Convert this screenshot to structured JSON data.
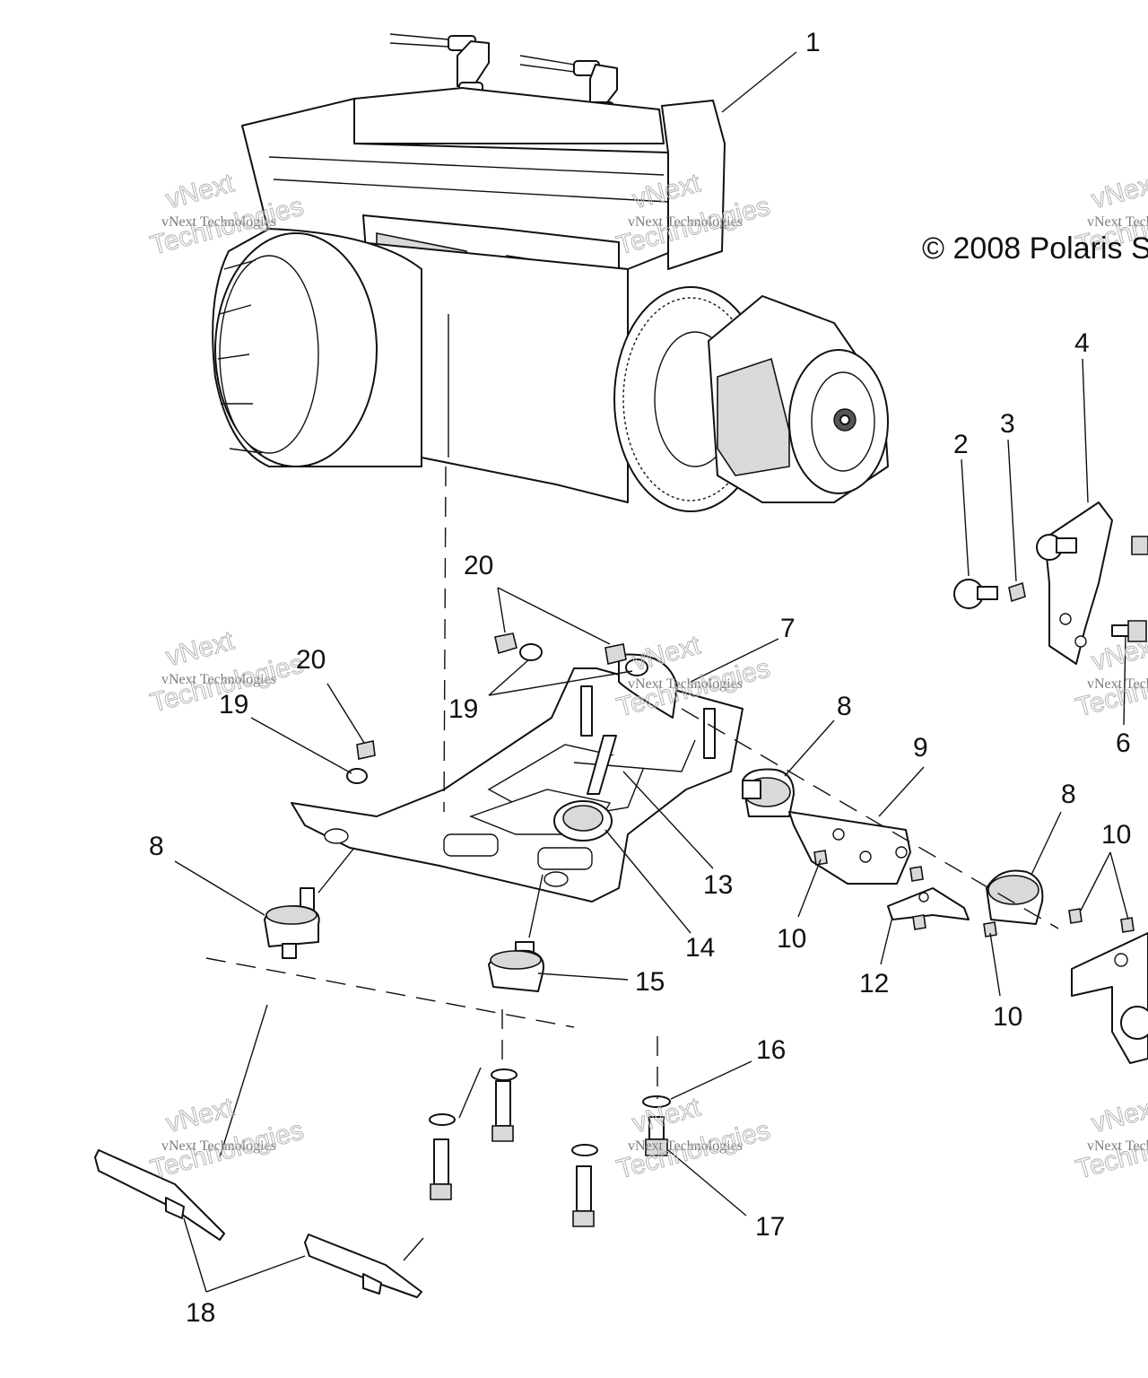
{
  "copyright": "© 2008 Polaris S",
  "watermark": {
    "small": "vNext Technologies",
    "big_top": "vNext",
    "big_bottom": "Technologies"
  },
  "callouts": {
    "c1": "1",
    "c2": "2",
    "c3": "3",
    "c4": "4",
    "c6": "6",
    "c7": "7",
    "c8a": "8",
    "c8b": "8",
    "c8c": "8",
    "c9": "9",
    "c10a": "10",
    "c10b": "10",
    "c10c": "10",
    "c12": "12",
    "c13": "13",
    "c14": "14",
    "c15": "15",
    "c16": "16",
    "c17": "17",
    "c18": "18",
    "c19a": "19",
    "c19b": "19",
    "c20a": "20",
    "c20b": "20"
  },
  "colors": {
    "line": "#111111",
    "watermark": "#7a7a7a",
    "background": "#ffffff"
  }
}
